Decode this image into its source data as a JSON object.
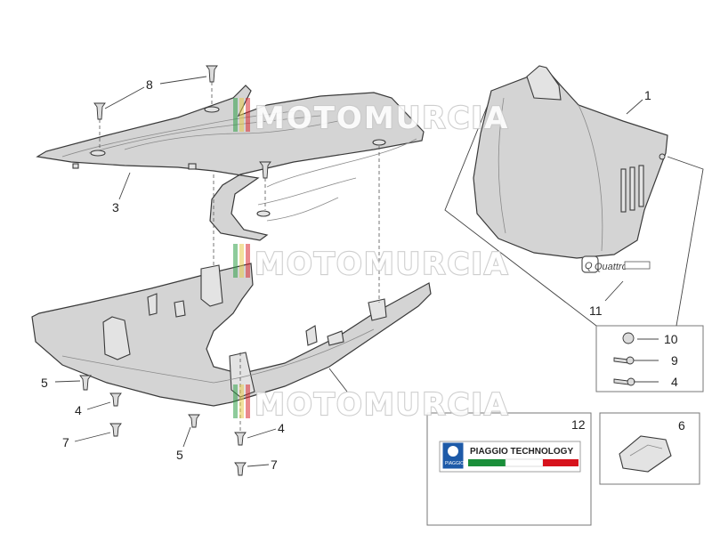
{
  "watermark": "MOTOMURCIA",
  "callouts": {
    "c1": "1",
    "c3": "3",
    "c4a": "4",
    "c4b": "4",
    "c4c": "4",
    "c5a": "5",
    "c5b": "5",
    "c6": "6",
    "c7a": "7",
    "c7b": "7",
    "c8": "8",
    "c9": "9",
    "c10": "10",
    "c11": "11",
    "c12": "12"
  },
  "decal": {
    "brand": "PIAGGIO TECHNOLOGY",
    "badge": "PIAGGIO",
    "stripe_colors": [
      "#1a8f3a",
      "#ffffff",
      "#d7121c"
    ]
  },
  "logo_text": "Quattro",
  "colors": {
    "part_fill": "#d4d4d4",
    "outline": "#3a3a3a",
    "watermark_green": "#2e9e46",
    "watermark_red": "#d8262b"
  }
}
